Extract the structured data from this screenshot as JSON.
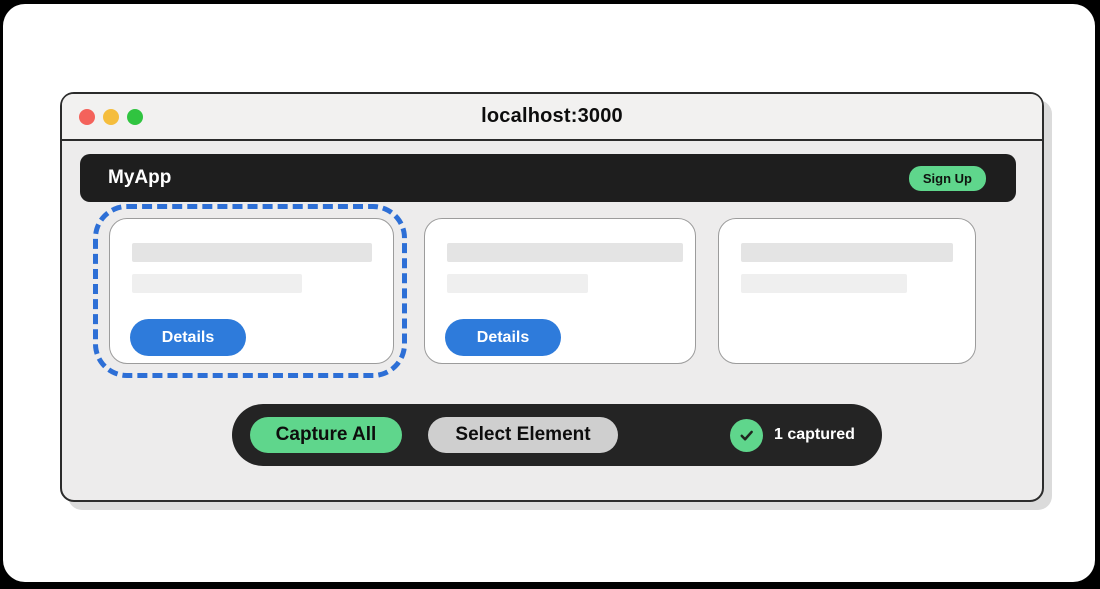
{
  "browser_window": {
    "title": "localhost:3000"
  },
  "navbar": {
    "brand": "MyApp",
    "signup_button": "Sign Up"
  },
  "cards": [
    {
      "name": "card-1",
      "selected": true,
      "button_label": "Details"
    },
    {
      "name": "card-2",
      "selected": false,
      "button_label": "Details"
    },
    {
      "name": "card-3",
      "selected": false
    }
  ],
  "capture_toolbar": {
    "capture_all_button": "Capture All",
    "select_element_button": "Select Element",
    "captured_status": "1 captured"
  },
  "colors": {
    "accent_green": "#5fd68c",
    "accent_blue": "#2e7bdb",
    "selection_blue": "#2d6fd6",
    "dark_bar": "#1e1e1e",
    "traffic_red": "#f4625b",
    "traffic_yellow": "#f5bd3c",
    "traffic_green": "#30c440"
  }
}
